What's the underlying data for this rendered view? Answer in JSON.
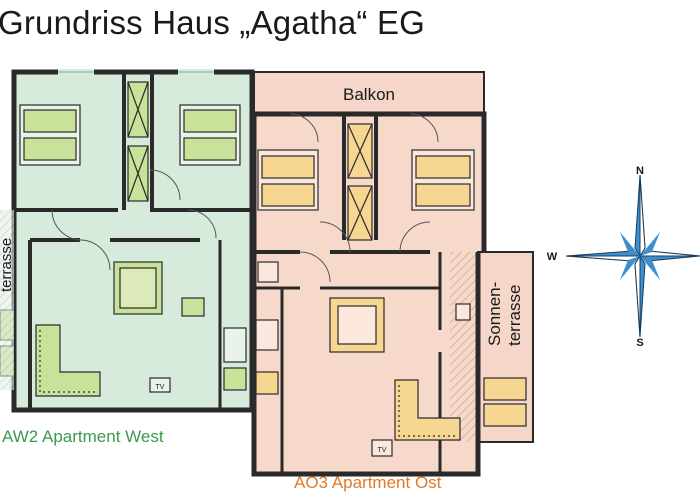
{
  "title": "Grundriss Haus „Agatha“ EG",
  "labels": {
    "balkon": "Balkon",
    "terrasse_west": "terrasse",
    "sonnenterrasse_line1": "Sonnen-",
    "sonnenterrasse_line2": "terrasse",
    "apartment_west": "AW2 Apartment West",
    "apartment_ost": "AO3 Apartment Ost",
    "tv": "TV"
  },
  "compass": {
    "n": "N",
    "s": "S",
    "w": "W"
  },
  "colors": {
    "west_fill": "#d6ebdc",
    "ost_fill": "#f7d9cb",
    "balkon_fill": "#f6d6c8",
    "furniture_green": "#c9e29a",
    "furniture_yellow": "#f6d690",
    "wall": "#2a2a2a",
    "west_text": "#3a9a4a",
    "ost_text": "#e07a2a",
    "compass_blue": "#3f8fcf"
  }
}
